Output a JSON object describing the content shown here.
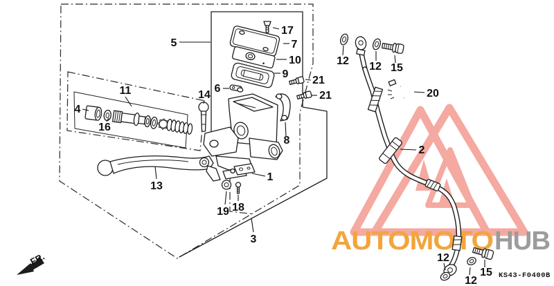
{
  "document": {
    "background": "#ffffff",
    "line_color": "#1c1c1c"
  },
  "watermark": {
    "brand_left": "AUTOMOTO",
    "brand_right": "HUB",
    "brand_left_color": "#F2A53E",
    "brand_right_color": "#9C9C9C",
    "logo_color": "#F4A9A1"
  },
  "footer": {
    "diagram_code": "KS43-F0400B",
    "front_label": "FR."
  },
  "callouts": {
    "n1": "1",
    "n2": "2",
    "n3": "3",
    "n4": "4",
    "n5": "5",
    "n6": "6",
    "n7": "7",
    "n8": "8",
    "n9": "9",
    "n10": "10",
    "n11": "11",
    "n12a": "12",
    "n12b": "12",
    "n12c": "12",
    "n12d": "12",
    "n13": "13",
    "n14": "14",
    "n15a": "15",
    "n15b": "15",
    "n16": "16",
    "n17": "17",
    "n18": "18",
    "n19": "19",
    "n20": "20",
    "n21a": "21",
    "n21b": "21"
  }
}
